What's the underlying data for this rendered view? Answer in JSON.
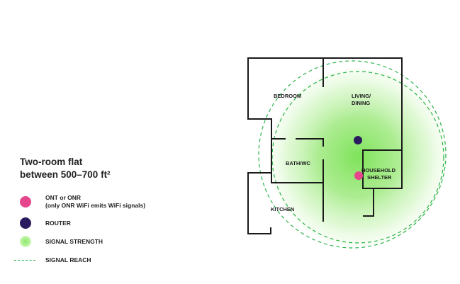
{
  "legend": {
    "title_line1": "Two-room flat",
    "title_line2": "between 500–700 ft²",
    "items": [
      {
        "label_line1": "ONT or ONR",
        "label_line2": "(only ONR WiFi emits WiFi signals)",
        "icon": "pink-dot-icon"
      },
      {
        "label_line1": "ROUTER",
        "icon": "navy-dot-icon"
      },
      {
        "label_line1": "SIGNAL STRENGTH",
        "icon": "green-glow-icon"
      },
      {
        "label_line1": "SIGNAL REACH",
        "icon": "dashed-line-icon"
      }
    ]
  },
  "rooms": {
    "bedroom": "BEDROOM",
    "living_line1": "LIVING/",
    "living_line2": "DINING",
    "bath": "BATH/WC",
    "shelter_line1": "HOUSEHOLD",
    "shelter_line2": "SHELTER",
    "kitchen": "KITCHEN"
  },
  "colors": {
    "ont": "#e6468c",
    "router": "#2a1a5e",
    "signal": "#7ee35a",
    "reach": "#2bb34a",
    "wall": "#1a1a1a"
  }
}
